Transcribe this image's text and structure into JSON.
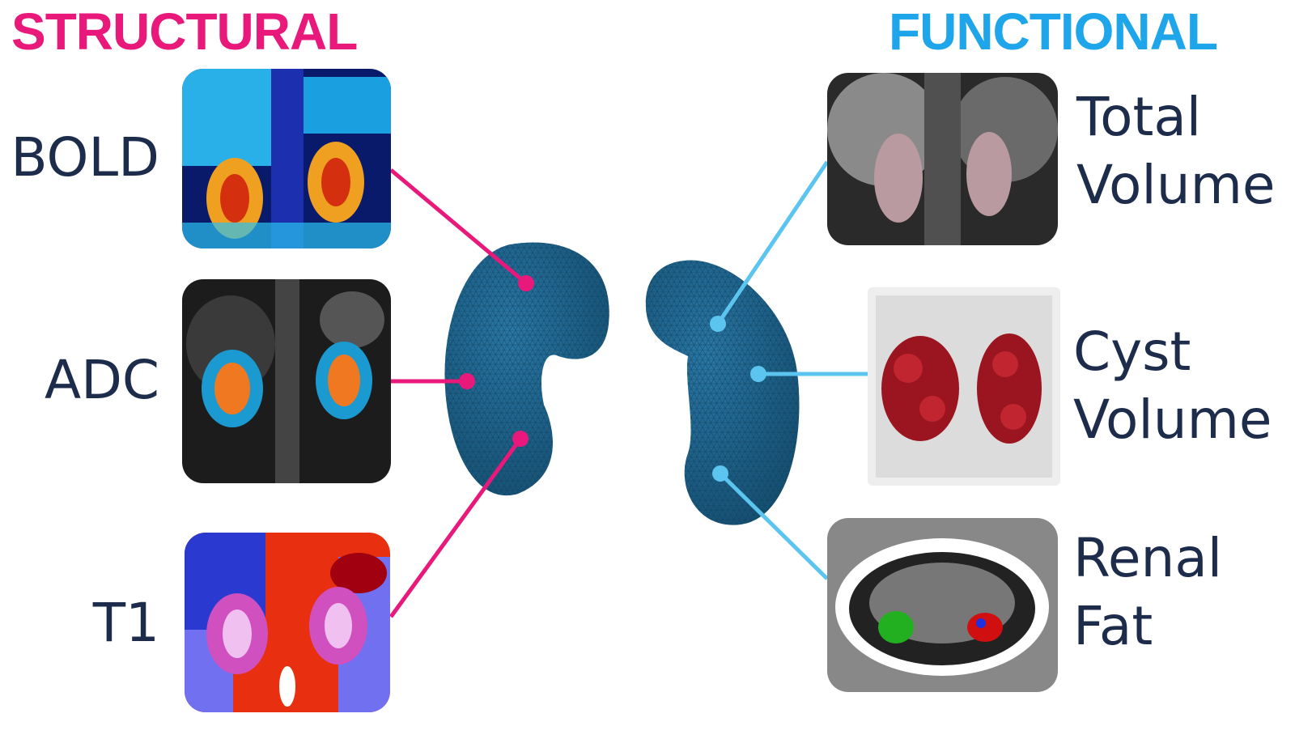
{
  "titles": {
    "structural": "STRUCTURAL",
    "functional": "FUNCTIONAL"
  },
  "structural": [
    {
      "label": "BOLD"
    },
    {
      "label": "ADC"
    },
    {
      "label": "T1"
    }
  ],
  "functional": [
    {
      "line1": "Total",
      "line2": "Volume"
    },
    {
      "line1": "Cyst",
      "line2": "Volume"
    },
    {
      "line1": "Renal",
      "line2": "Fat"
    }
  ],
  "colors": {
    "structural": "#e8197a",
    "functional": "#5bc4ef",
    "kidney": "#1b5f86",
    "label": "#1e2c4c"
  }
}
